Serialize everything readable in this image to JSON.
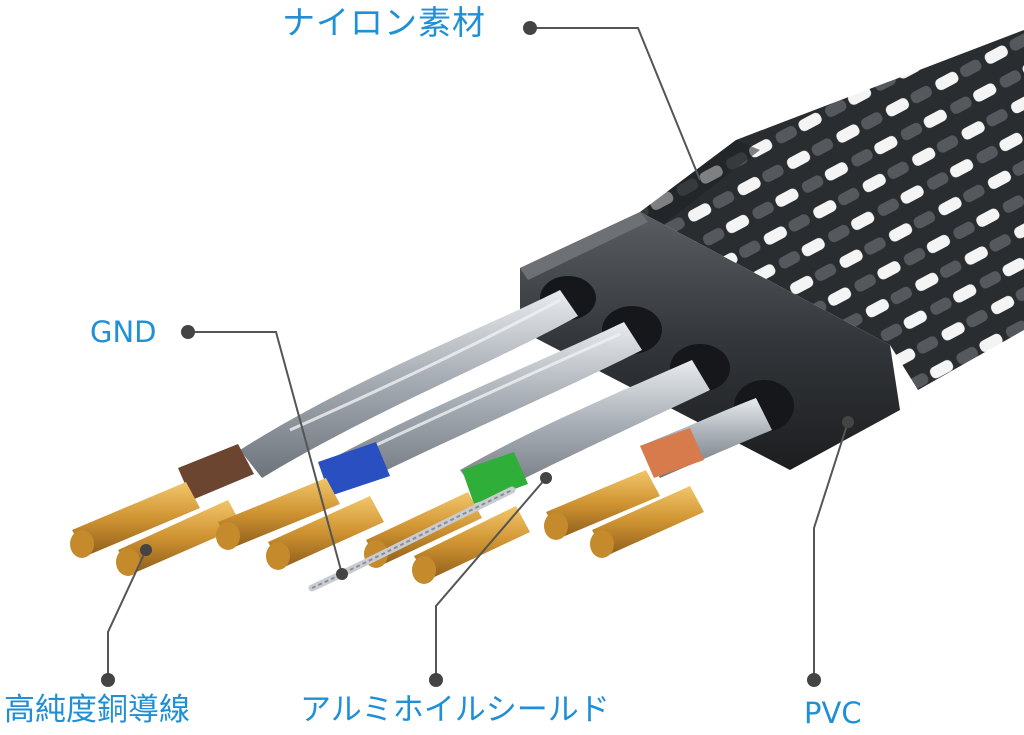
{
  "labels": {
    "nylon": "ナイロン素材",
    "gnd": "GND",
    "copper": "高純度銅導線",
    "foil": "アルミホイルシールド",
    "pvc": "PVC"
  },
  "colors": {
    "label_text": "#1f8fd6",
    "leader_line": "#555555",
    "leader_dot": "#444444",
    "braid_dark": "#2a2d30",
    "braid_light": "#f4f4f4",
    "jacket": "#3b3e42",
    "foil_silver": "#b7bcc2",
    "copper": "#d9a13c",
    "pair_brown": "#6b4530",
    "pair_blue": "#2a4fc0",
    "pair_green": "#2fae3a",
    "pair_orange": "#d77a4c"
  }
}
